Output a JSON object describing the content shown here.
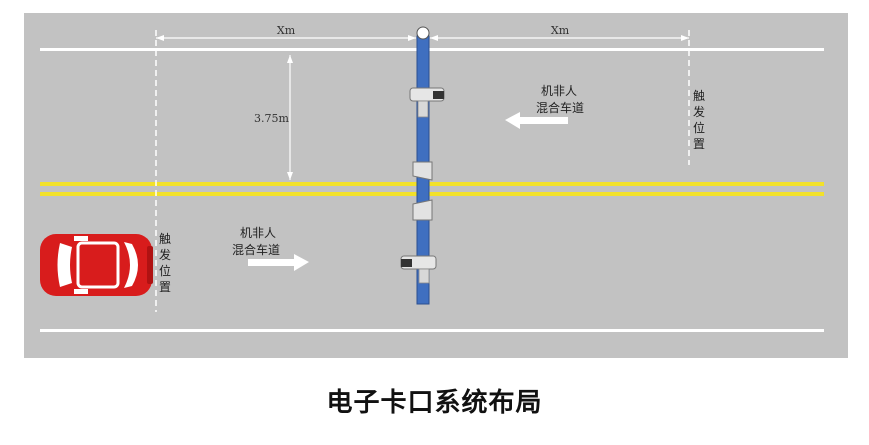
{
  "caption": "电子卡口系统布局",
  "dimensions": {
    "left_span": "Xm",
    "right_span": "Xm",
    "lane_width": "3.75m"
  },
  "trigger_left": [
    "触",
    "发",
    "位",
    "置"
  ],
  "trigger_right": [
    "触",
    "发",
    "位",
    "置"
  ],
  "lane_upper": {
    "line1": "机非人",
    "line2": "混合车道",
    "direction": "left"
  },
  "lane_lower": {
    "line1": "机非人",
    "line2": "混合车道",
    "direction": "right"
  },
  "colors": {
    "road": "#c2c2c2",
    "lane_line": "#ffffff",
    "center_line": "#f2e12a",
    "pole": "#3f6fc0",
    "car": "#d81c1c"
  }
}
